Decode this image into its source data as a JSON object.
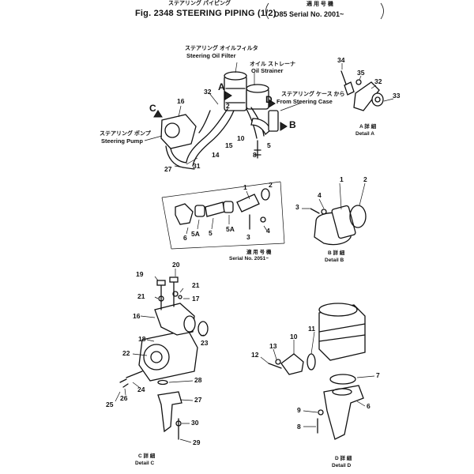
{
  "header": {
    "title_jp": "ステアリング パイピング",
    "title": "Fig. 2348 STEERING PIPING (1/2)",
    "serial_jp": "適 用 号 機",
    "serial": "D85 Serial No. 2001~"
  },
  "main_view": {
    "oil_filter_jp": "ステアリング オイルフィルタ",
    "oil_filter": "Steering Oil Filter",
    "oil_strainer_jp": "オイル ストレーナ",
    "oil_strainer": "Oil Strainer",
    "from_case_jp": "ステアリング ケース から",
    "from_case": "From Steering Case",
    "pump_jp": "ステアリング ポンプ",
    "pump": "Steering Pump",
    "view_letters": [
      "A",
      "B",
      "C",
      "D"
    ],
    "callouts": [
      "16",
      "32",
      "2",
      "10",
      "15",
      "14",
      "31",
      "27",
      "8",
      "5"
    ]
  },
  "inset": {
    "callouts": [
      "1",
      "2",
      "6",
      "5A",
      "5",
      "5A",
      "3",
      "4"
    ],
    "serial_jp": "適 用 号 機",
    "serial": "Serial No. 2051~"
  },
  "detail_a": {
    "callouts": [
      "34",
      "35",
      "32",
      "33"
    ],
    "jp": "A 詳 細",
    "label": "Detail A"
  },
  "detail_b": {
    "callouts": [
      "4",
      "1",
      "2",
      "3"
    ],
    "jp": "B 詳 細",
    "label": "Detail B"
  },
  "detail_c": {
    "callouts": [
      "20",
      "19",
      "21",
      "21",
      "17",
      "16",
      "18",
      "23",
      "22",
      "24",
      "26",
      "25",
      "28",
      "27",
      "30",
      "29"
    ],
    "jp": "C 詳 細",
    "label": "Detail C"
  },
  "detail_d": {
    "callouts": [
      "11",
      "10",
      "13",
      "12",
      "7",
      "6",
      "9",
      "8"
    ],
    "jp": "D 詳 細",
    "label": "Detail D"
  }
}
